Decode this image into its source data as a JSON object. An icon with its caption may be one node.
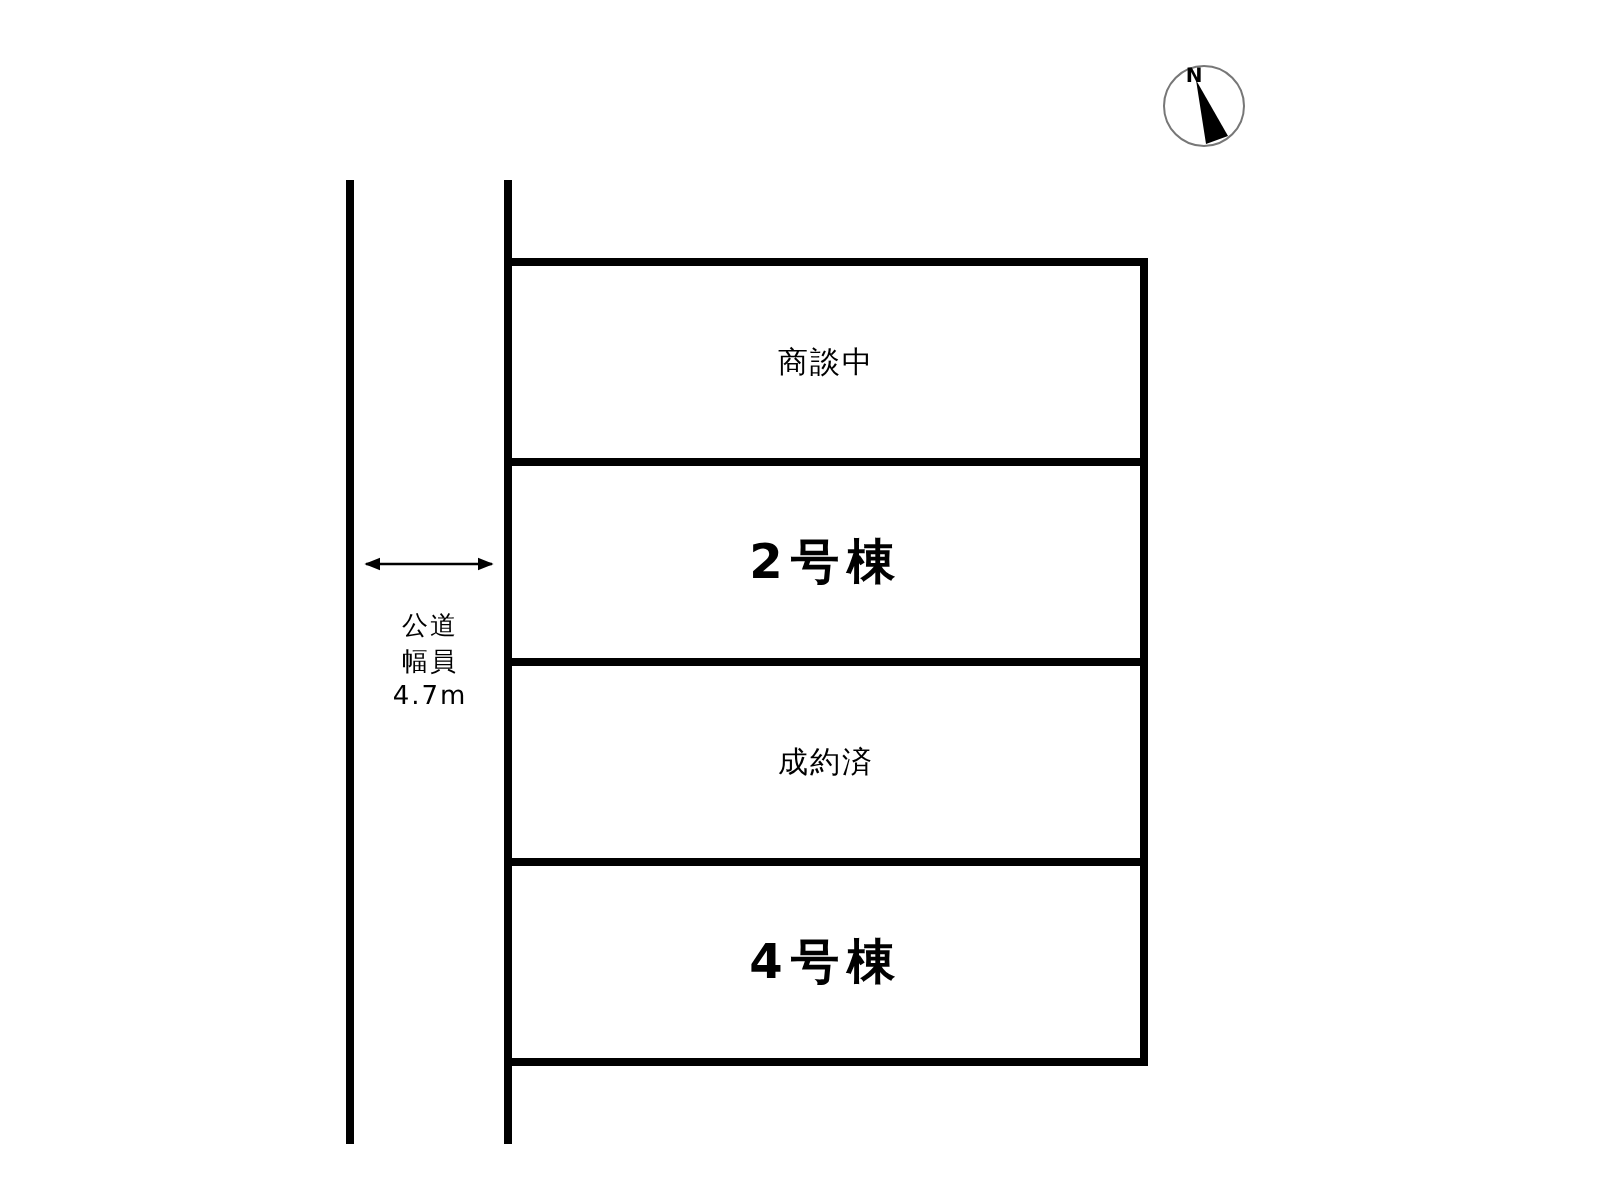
{
  "diagram": {
    "nodes": [
      {
        "text": [
          "商談中"
        ]
      },
      {
        "text": [
          "2号棟"
        ]
      },
      {
        "text": [
          "成約済"
        ]
      },
      {
        "text": [
          "4号棟"
        ]
      }
    ],
    "labels": [
      "N",
      "公道幅員4.7m"
    ]
  }
}
